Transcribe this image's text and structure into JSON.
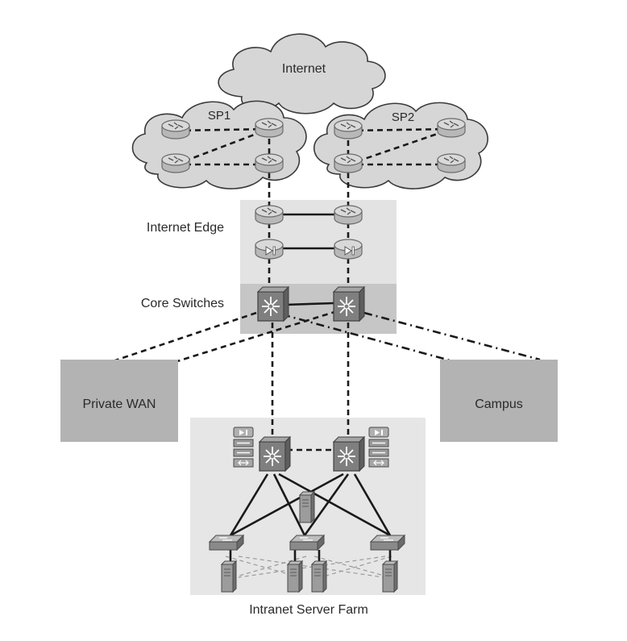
{
  "labels": {
    "internet": "Internet",
    "sp1": "SP1",
    "sp2": "SP2",
    "internet_edge": "Internet Edge",
    "core_switches": "Core Switches",
    "private_wan": "Private WAN",
    "campus": "Campus",
    "server_farm": "Intranet Server Farm"
  },
  "colors": {
    "zone_light": "#e3e3e3",
    "zone_dark": "#c6c6c6",
    "block": "#b3b3b3",
    "cloud": "#d6d6d6",
    "line": "#1a1a1a"
  },
  "icons": [
    "router-icon",
    "firewall-icon",
    "core-switch-icon",
    "access-switch-icon",
    "server-icon",
    "appliance-stack-icon"
  ]
}
